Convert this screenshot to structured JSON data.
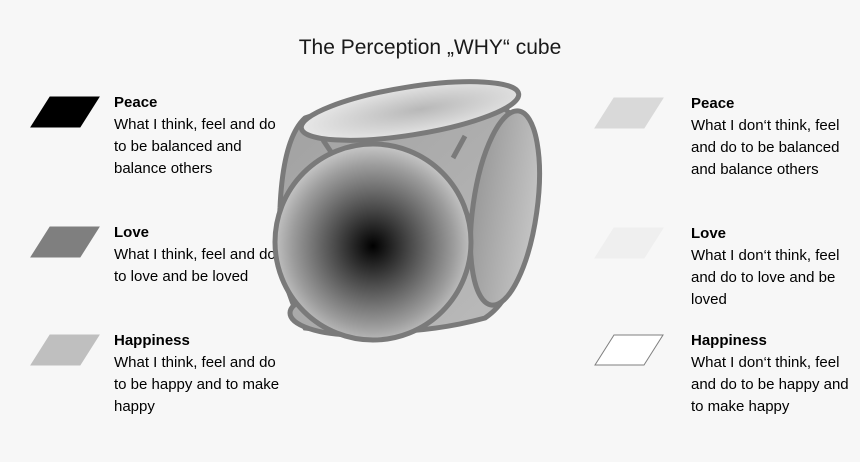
{
  "title": "The Perception „WHY“ cube",
  "left": [
    {
      "heading": "Peace",
      "text": "What I think, feel and do to be balanced and balance others",
      "color": "#000000"
    },
    {
      "heading": "Love",
      "text": "What I think, feel and do to love and be loved",
      "color": "#7f7f7f"
    },
    {
      "heading": "Happiness",
      "text": "What I think, feel and do to be happy and to make happy",
      "color": "#bfbfbf"
    }
  ],
  "right": [
    {
      "heading": "Peace",
      "text": "What I don‘t think, feel and do to be balanced and balance others",
      "color": "#d9d9d9"
    },
    {
      "heading": "Love",
      "text": "What I don‘t think, feel and do to love and be loved",
      "color": "#efefef"
    },
    {
      "heading": "Happiness",
      "text": "What I don‘t think, feel and do to be happy and to make happy",
      "color": "#ffffff"
    }
  ]
}
